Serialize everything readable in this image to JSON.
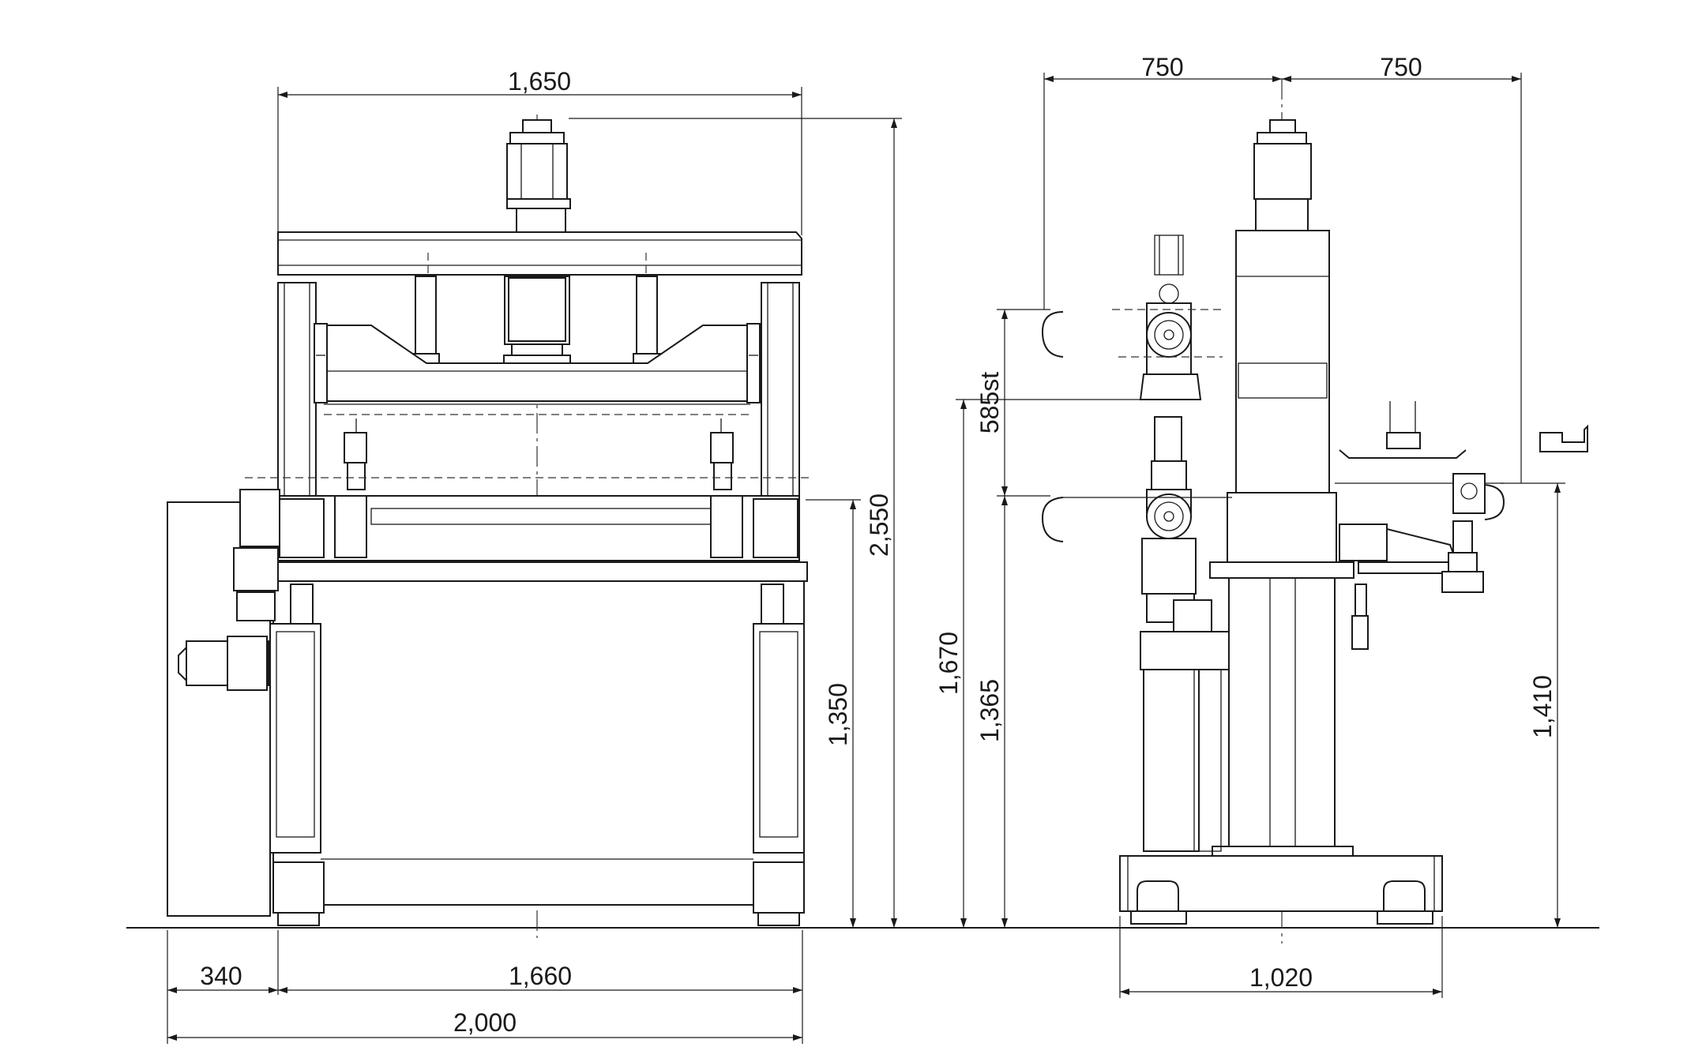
{
  "dimensions": {
    "front_top_width": "1,650",
    "front_overall_height": "2,550",
    "front_table_height": "1,350",
    "front_side_offset": "340",
    "front_frame_width": "1,660",
    "front_total_width": "2,000",
    "side_left_half": "750",
    "side_right_half": "750",
    "side_upper_height": "1,670",
    "side_stroke": "585st",
    "side_lower_height": "1,365",
    "side_right_height": "1,410",
    "side_base_width": "1,020"
  }
}
